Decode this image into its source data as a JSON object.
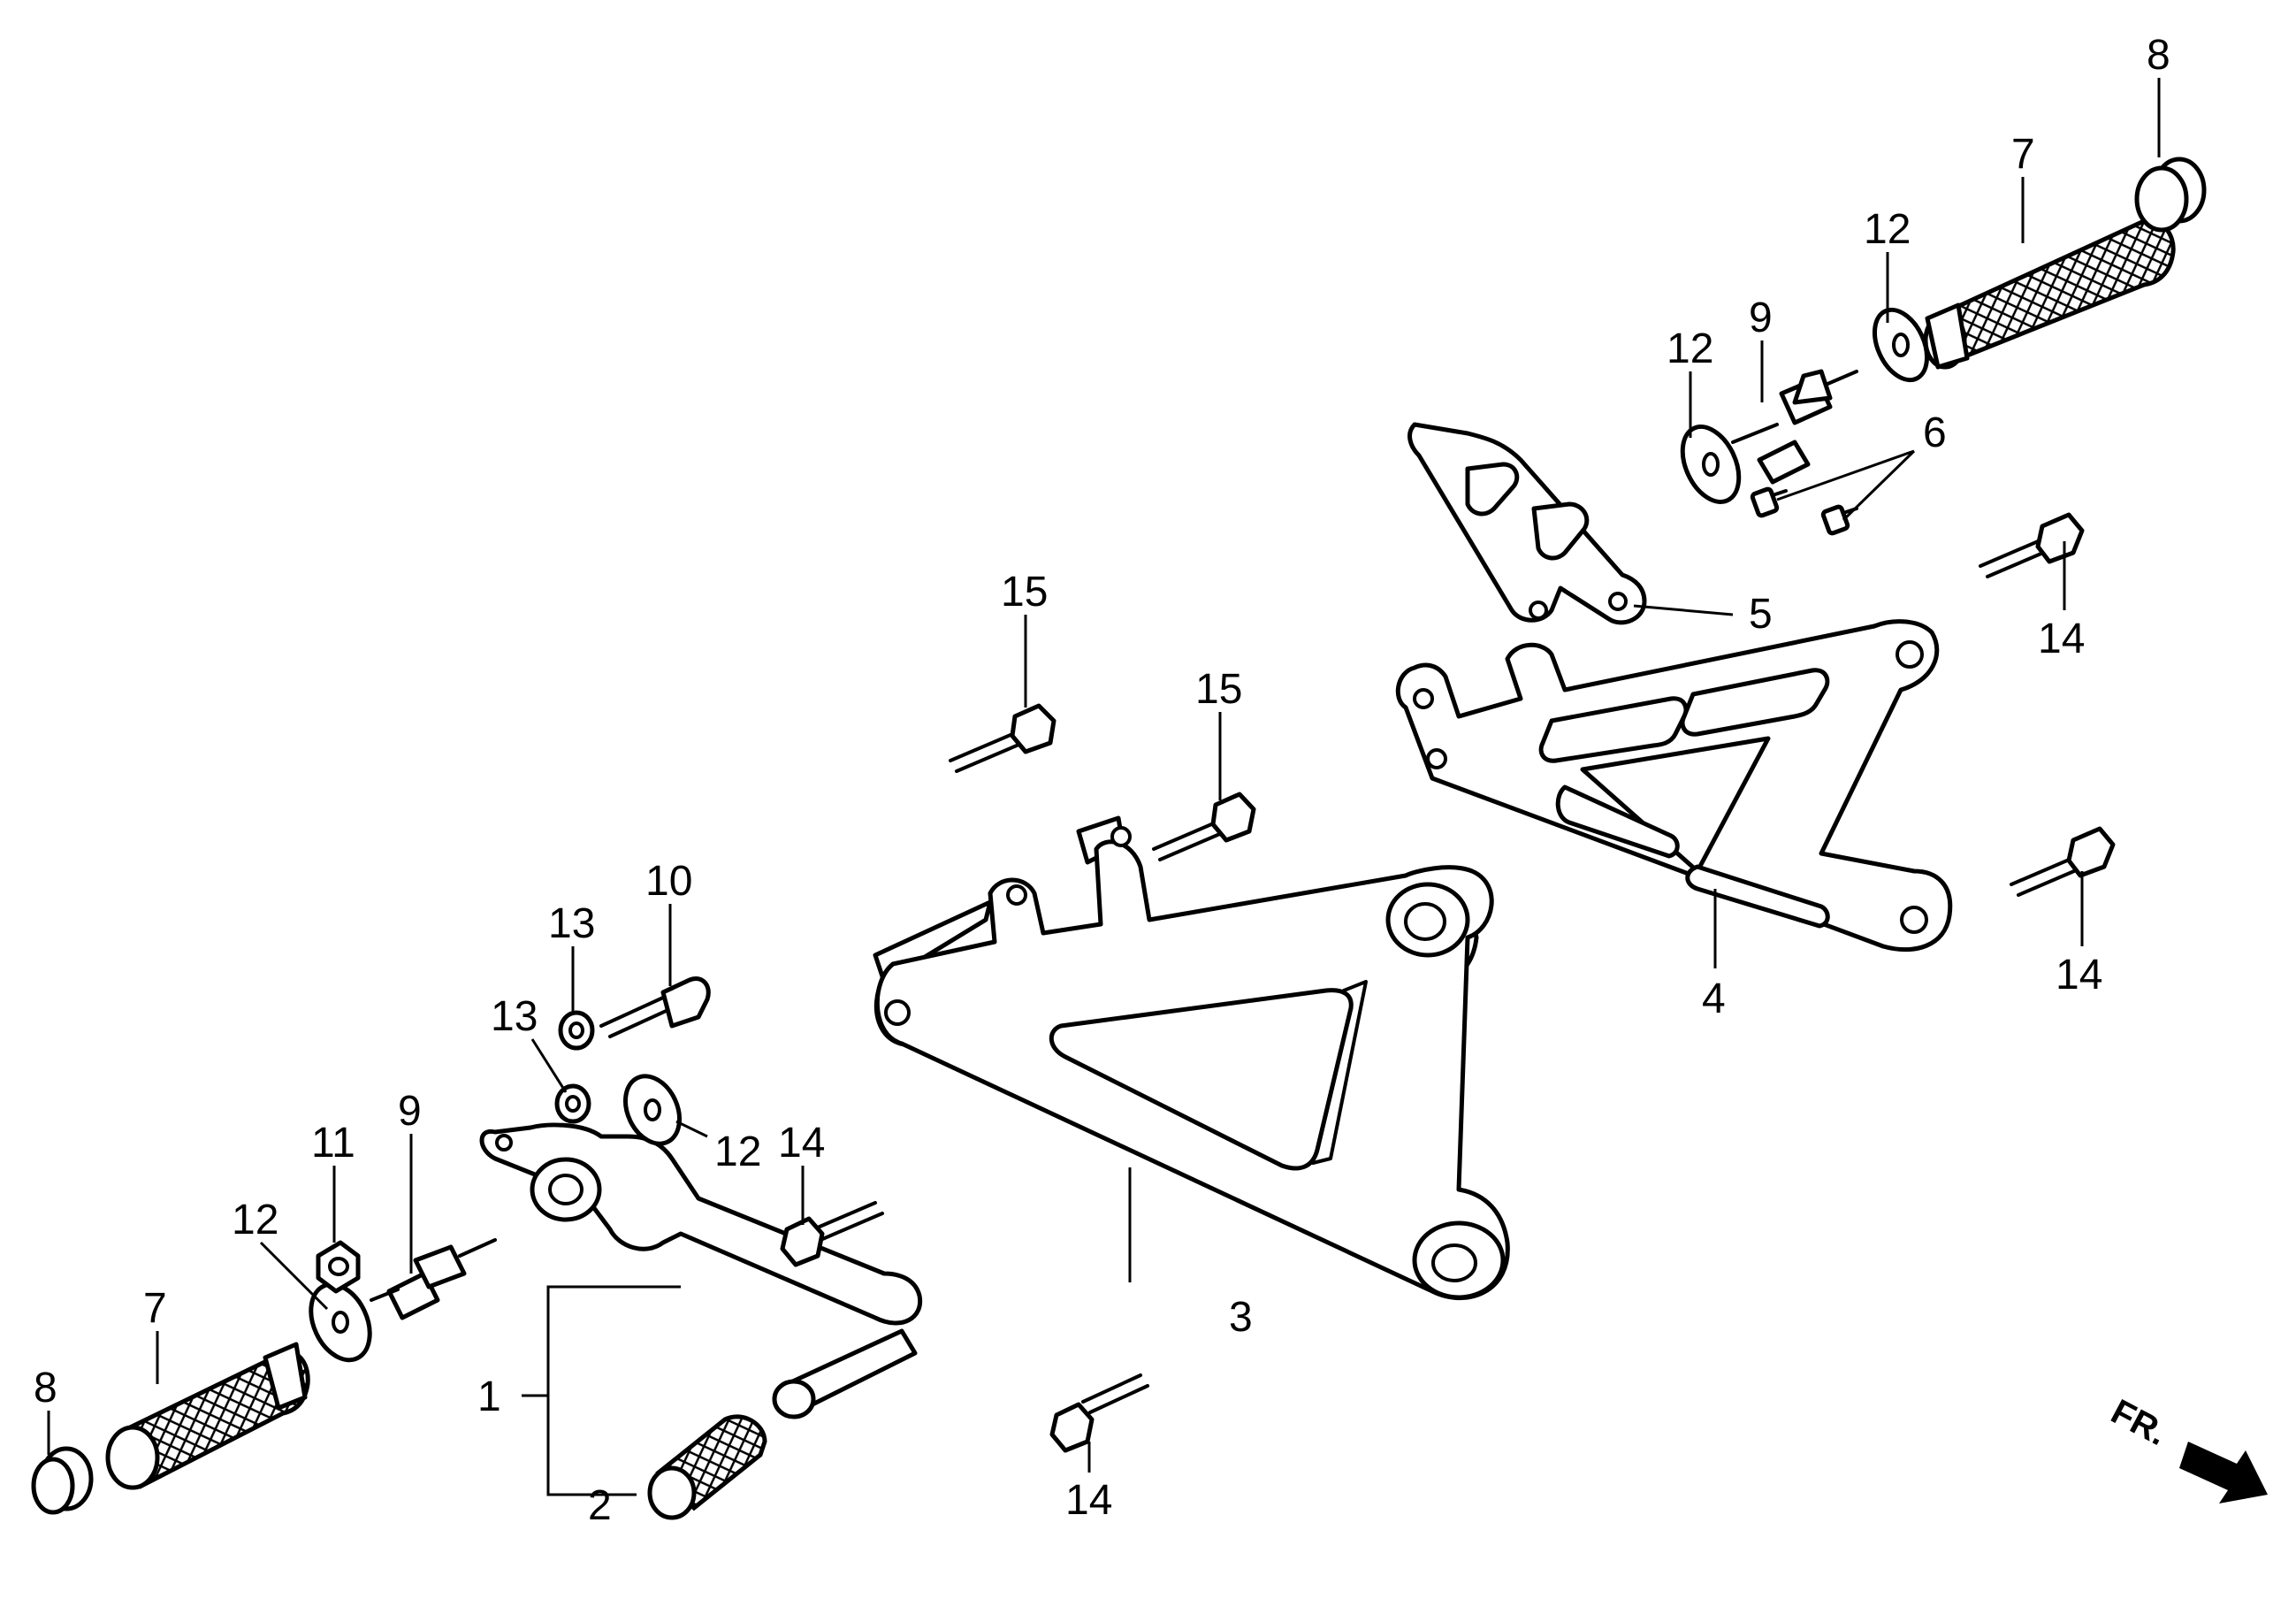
{
  "labels": {
    "l1": "1",
    "l2": "2",
    "l3": "3",
    "l4": "4",
    "l5": "5",
    "l6": "6",
    "l7a": "7",
    "l7b": "7",
    "l8a": "8",
    "l8b": "8",
    "l9a": "9",
    "l9b": "9",
    "l10": "10",
    "l11": "11",
    "l12a": "12",
    "l12b": "12",
    "l12c": "12",
    "l12d": "12",
    "l13a": "13",
    "l13b": "13",
    "l14a": "14",
    "l14b": "14",
    "l14c": "14",
    "l14d": "14",
    "l15a": "15",
    "l15b": "15"
  },
  "direction": {
    "text": "FR."
  },
  "colors": {
    "ink": "#000000",
    "paper": "#ffffff"
  }
}
